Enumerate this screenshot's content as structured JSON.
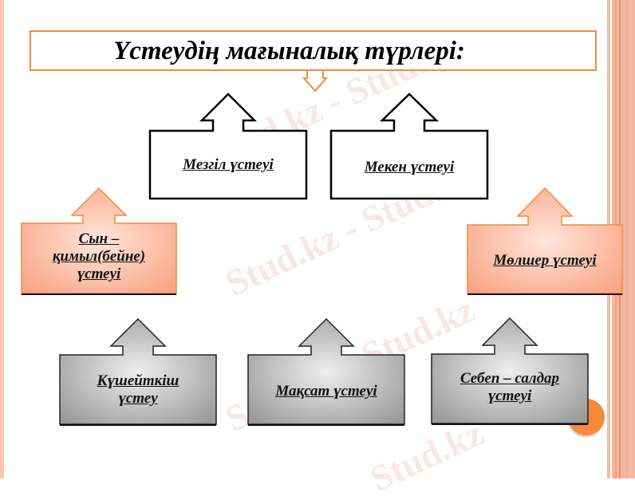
{
  "title": "Үстеудің мағыналық түрлері:",
  "watermark": "Stud.kz - Stud.kz",
  "colors": {
    "accent_orange": "#f58a3a",
    "peach_fill": "#fcb9a0",
    "gray_fill": "#bdbdbd",
    "stripe": "#f3b9a2"
  },
  "nodes": {
    "mezgil": {
      "label": "Мезгіл үстеуі"
    },
    "meken": {
      "label": "Мекен үстеуі"
    },
    "syn": {
      "line1": "Сын –",
      "line2": "қимыл(бейне)",
      "line3": "үстеуі"
    },
    "molsher": {
      "label": "Мөлшер үстеуі"
    },
    "kusheitkish": {
      "line1": "Күшейткіш",
      "line2": "үстеу"
    },
    "maksat": {
      "label": "Мақсат үстеуі"
    },
    "sebep": {
      "line1": "Себеп – салдар",
      "line2": "үстеуі"
    }
  }
}
